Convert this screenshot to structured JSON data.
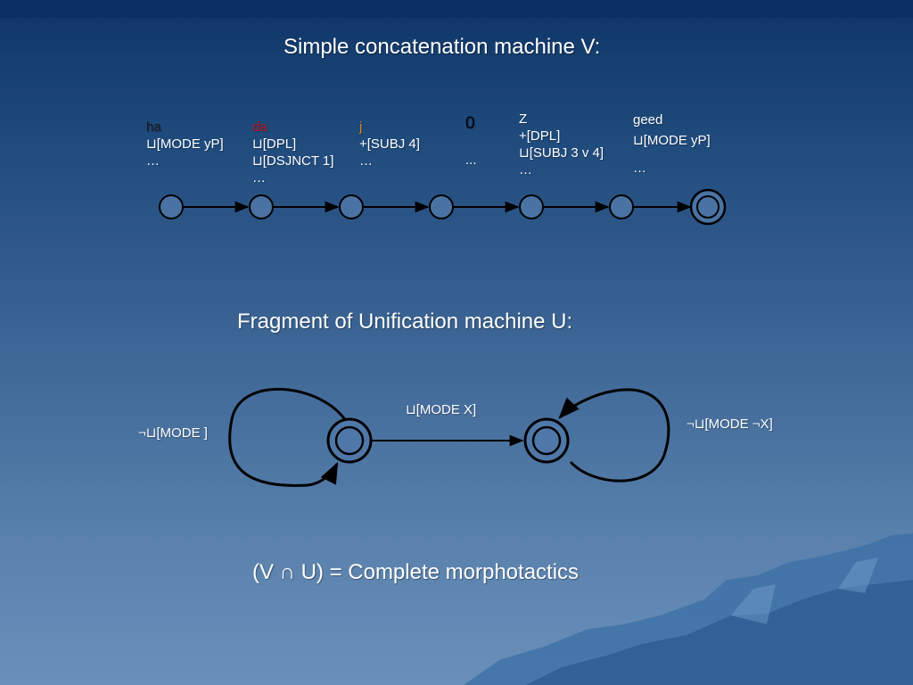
{
  "title_v": "Simple concatenation machine V:",
  "title_u": "Fragment of Unification machine U:",
  "conclusion": "(V ∩ U) = Complete morphotactics",
  "colors": {
    "node_fill": "#4a73a3",
    "stroke": "#000000",
    "text": "#ffffff",
    "word_ha": "#1a1a1a",
    "word_da": "#c0141c",
    "word_j": "#e0861a",
    "word_0": "#000000"
  },
  "machine_v": {
    "labels": [
      {
        "word": "ha",
        "lines": [
          "⊔[MODE yP]",
          "…"
        ]
      },
      {
        "word": "da",
        "lines": [
          "⊔[DPL]",
          "⊔[DSJNCT 1]",
          "…"
        ]
      },
      {
        "word": "j",
        "lines": [
          "+[SUBJ 4]",
          "…"
        ]
      },
      {
        "word": "0",
        "lines": [
          "",
          "..."
        ]
      },
      {
        "word": "Z",
        "lines": [
          "+[DPL]",
          "⊔[SUBJ 3 v 4]",
          "…"
        ]
      },
      {
        "word": "geed",
        "lines": [
          "",
          "⊔[MODE yP]",
          "",
          "…"
        ]
      }
    ]
  },
  "machine_u": {
    "loop_left": "¬⊔[MODE ]",
    "edge": "⊔[MODE X]",
    "loop_right": "¬⊔[MODE ¬X]"
  }
}
